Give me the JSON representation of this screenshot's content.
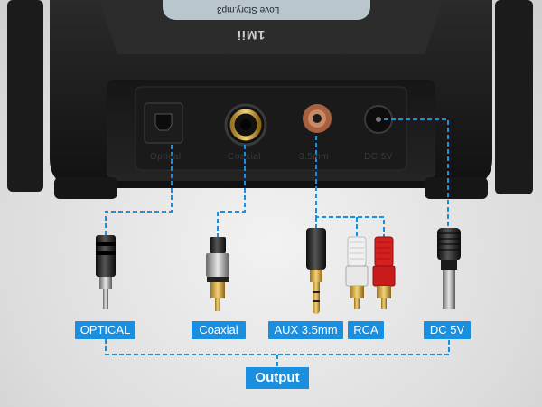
{
  "screen": {
    "track_text": "Love Story.mp3",
    "logo_text": "1Mii"
  },
  "ports": {
    "optical": "Optical",
    "coaxial": "Coaxial",
    "aux": "3.5mm",
    "dc": "DC 5V"
  },
  "connectors": {
    "optical": "OPTICAL",
    "coaxial": "Coaxial",
    "aux": "AUX 3.5mm",
    "rca": "RCA",
    "dc": "DC 5V"
  },
  "output_label": "Output",
  "colors": {
    "accent": "#1a8fe0",
    "device": "#1f1f1f",
    "rca_white": "#f0f0f0",
    "rca_red": "#d6201f",
    "gold": "#d8b04a"
  }
}
